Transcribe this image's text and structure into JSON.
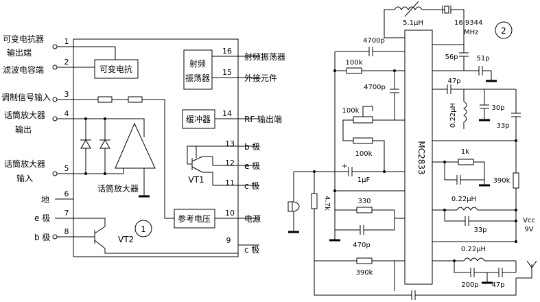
{
  "pins_left": [
    {
      "num": "1",
      "label": "可变电抗器",
      "label2": "输出端"
    },
    {
      "num": "2",
      "label": "滤波电容端",
      "label2": ""
    },
    {
      "num": "3",
      "label": "调制信号输入",
      "label2": ""
    },
    {
      "num": "4",
      "label": "话筒放大器",
      "label2": "输出"
    },
    {
      "num": "5",
      "label": "话筒放大器",
      "label2": "输入"
    },
    {
      "num": "6",
      "label": "地",
      "label2": ""
    },
    {
      "num": "7",
      "label": "e 极",
      "label2": ""
    },
    {
      "num": "8",
      "label": "b 极",
      "label2": ""
    }
  ],
  "pins_right": [
    {
      "num": "16",
      "label": "射频振荡器"
    },
    {
      "num": "15",
      "label": "外接元件"
    },
    {
      "num": "14",
      "label": "RF 输出端"
    },
    {
      "num": "13",
      "label": "b 极"
    },
    {
      "num": "12",
      "label": "e 极"
    },
    {
      "num": "11",
      "label": "c 极"
    },
    {
      "num": "10",
      "label": "电源"
    },
    {
      "num": "9",
      "label": "c 极"
    }
  ],
  "blocks": {
    "varactor": "可变电抗",
    "rf_osc_1": "射频",
    "rf_osc_2": "振荡器",
    "buffer": "缓冲器",
    "ref_voltage": "参考电压",
    "mic_amp": "话筒放大器",
    "vt1": "VT1",
    "vt2": "VT2"
  },
  "circle_labels": {
    "left": "1",
    "right": "2"
  },
  "ic_label": "MC2833",
  "components": {
    "l_top": "5.1μH",
    "crystal": "16.9344",
    "crystal_unit": "MHz",
    "c_4700p_top": "4700p",
    "r_100k_a": "100k",
    "c_4700p_mid": "4700p",
    "r_100k_pot": "100k",
    "r_100k_b": "100k",
    "c_56p": "56p",
    "c_51p": "51p",
    "c_47p_a": "47p",
    "l_022_a": "0.22μH",
    "c_30p": "30p",
    "c_33p_a": "33p",
    "r_1k": "1k",
    "r_390k_a": "390k",
    "c_1uf": "1μF",
    "r_47k": "4.7k",
    "r_330": "330",
    "c_470p": "470p",
    "l_022_b": "0.22μH",
    "c_33p_b": "33p",
    "vcc": "Vcc",
    "vcc_val": "9V",
    "l_022_c": "0.22μH",
    "r_390k_b": "390k",
    "c_200p": "200p",
    "c_47p_b": "47p"
  }
}
